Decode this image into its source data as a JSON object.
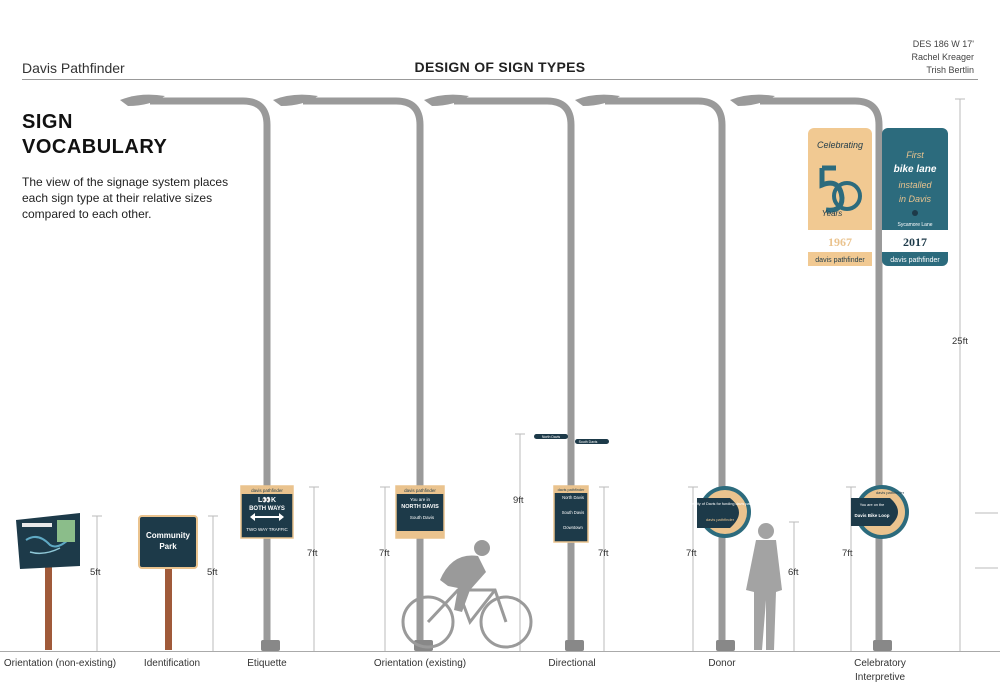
{
  "header": {
    "brand": "Davis Pathfinder",
    "title": "DESIGN OF SIGN TYPES",
    "course": "DES 186 W 17'",
    "author1": "Rachel Kreager",
    "author2": "Trish Bertlin"
  },
  "intro": {
    "title_line1": "SIGN",
    "title_line2": "VOCABULARY",
    "description": "The view of the signage system places each sign type at their relative sizes compared to each other."
  },
  "sign_types": [
    {
      "label": "Orientation (non-existing)",
      "height": "5ft"
    },
    {
      "label": "Identification",
      "height": "5ft"
    },
    {
      "label": "Etiquette",
      "height": "7ft"
    },
    {
      "label": "Orientation (existing)",
      "height": "7ft"
    },
    {
      "label": "Directional",
      "height": "7ft",
      "secondary_height": "9ft"
    },
    {
      "label": "Donor",
      "height": "7ft",
      "person_height": "6ft"
    },
    {
      "label_line1": "Celebratory",
      "label_line2": "Interpretive",
      "height": "7ft",
      "pole_height": "25ft"
    }
  ],
  "signs": {
    "identification": {
      "line1": "Community",
      "line2": "Park"
    },
    "etiquette": {
      "brand": "davis pathfinder",
      "line1": "L👀K",
      "line2": "BOTH WAYS",
      "line3": "TWO WAY TRAFFIC"
    },
    "orientation_existing": {
      "brand": "davis pathfinder",
      "line1": "You are in",
      "line2": "NORTH DAVIS",
      "line3": "South Davis"
    },
    "directional": {
      "brand": "davis pathfinder",
      "item1": "North Davis",
      "item2": "South Davis",
      "item3": "Downtown",
      "blade1": "North Davis",
      "blade2": "South Davis"
    },
    "donor": {
      "brand": "davis pathfinder",
      "text": "Thank you to the city of Davis for funding davis pathfinder"
    },
    "celebratory": {
      "brand": "davis pathfinder",
      "line1": "You are on the",
      "line2": "Davis Bike Loop"
    },
    "banner_left": {
      "line1": "Celebrating",
      "number": "50",
      "line2": "Years",
      "year": "1967",
      "brand": "davis pathfinder"
    },
    "banner_right": {
      "line1": "First",
      "line2": "bike lane",
      "line3": "installed",
      "line4": "in Davis",
      "location": "Sycamore Lane",
      "year": "2017",
      "brand": "davis pathfinder"
    }
  },
  "colors": {
    "navy": "#1d3a49",
    "tan": "#eac38e",
    "teal": "#2c6b7d",
    "pole": "#9a9a9a",
    "post": "#a05a3a"
  }
}
